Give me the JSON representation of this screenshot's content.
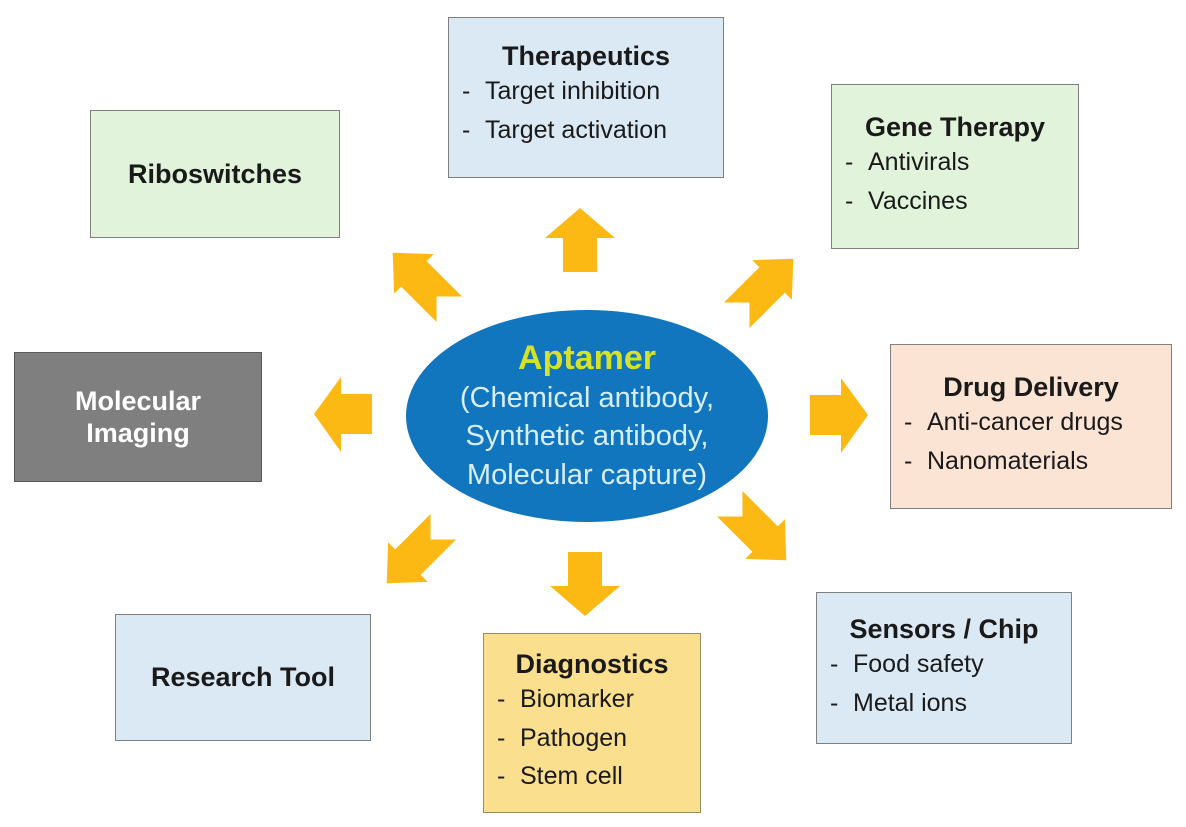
{
  "diagram": {
    "bullet": "-",
    "center": {
      "title": "Aptamer",
      "line1": "(Chemical antibody,",
      "line2": "Synthetic antibody,",
      "line3": "Molecular capture)"
    },
    "nodes": {
      "therapeutics": {
        "title": "Therapeutics",
        "items": [
          "Target inhibition",
          "Target activation"
        ]
      },
      "gene_therapy": {
        "title": "Gene Therapy",
        "items": [
          "Antivirals",
          "Vaccines"
        ]
      },
      "drug_delivery": {
        "title": "Drug Delivery",
        "items": [
          "Anti-cancer drugs",
          "Nanomaterials"
        ]
      },
      "sensors_chip": {
        "title": "Sensors / Chip",
        "items": [
          "Food safety",
          "Metal ions"
        ]
      },
      "diagnostics": {
        "title": "Diagnostics",
        "items": [
          "Biomarker",
          "Pathogen",
          "Stem cell"
        ]
      },
      "research_tool": {
        "title": "Research Tool"
      },
      "molecular_imaging": {
        "title": "Molecular\nImaging"
      },
      "riboswitches": {
        "title": "Riboswitches"
      }
    },
    "icons": {
      "arrows": [
        "arrow-up",
        "arrow-up-right",
        "arrow-right",
        "arrow-down-right",
        "arrow-down",
        "arrow-down-left",
        "arrow-left",
        "arrow-up-left"
      ]
    },
    "colors": {
      "arrow_gold": "#FCB913",
      "ellipse_fill": "#1176BE",
      "center_title_text": "#D6E228",
      "center_subtitle_text": "#D8EEFA",
      "box_blue": "#DBE9F5",
      "box_green": "#E1F3DB",
      "box_peach": "#FCE4D5",
      "box_gold": "#FADF8E",
      "box_gray": "#7F7F7F",
      "box_border": "#7F7F7F",
      "text_dark": "#1A1A1A"
    }
  }
}
